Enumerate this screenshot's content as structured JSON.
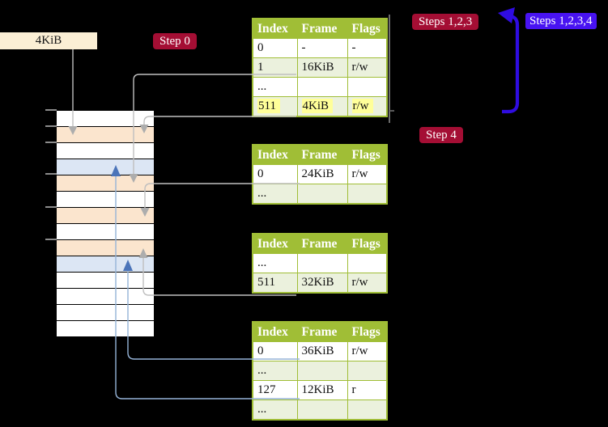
{
  "labels": {
    "frame_size": "4KiB",
    "step0": "Step 0",
    "steps123": "Steps 1,2,3",
    "steps1234": "Steps 1,2,3,4",
    "step4": "Step 4"
  },
  "colors": {
    "background": "#000000",
    "table_green": "#A0BE36",
    "table_row_shade": "#EBF1DD",
    "highlight_yellow": "#FFFF99",
    "badge_red": "#A40E34",
    "badge_blue": "#4813F2",
    "memory_peach": "#FBE5CE",
    "memory_blue": "#DCE6F4",
    "connector_gray": "#BFBFBF",
    "connector_blue": "#95B3D7",
    "arrowhead_gray": "#ADADAD",
    "arrowhead_blue": "#4B74B9",
    "arrow_deep_blue": "#2F0CE0",
    "frame_box_bg": "#FBEFD5"
  },
  "memory_stack": {
    "row_colors": [
      "white",
      "peach",
      "white",
      "blue",
      "peach",
      "white",
      "peach",
      "white",
      "peach",
      "blue",
      "white",
      "white",
      "white",
      "white"
    ],
    "tick_offsets_y": [
      135,
      155,
      175,
      214,
      255,
      295
    ]
  },
  "page_tables": [
    {
      "name": "page-table-top",
      "headers": [
        "Index",
        "Frame",
        "Flags"
      ],
      "rows": [
        {
          "cells": [
            "0",
            "-",
            "-"
          ],
          "shaded": false,
          "highlighted": false
        },
        {
          "cells": [
            "1",
            "16KiB",
            "r/w"
          ],
          "shaded": true,
          "highlighted": false
        },
        {
          "cells": [
            "...",
            "",
            ""
          ],
          "shaded": false,
          "highlighted": false
        },
        {
          "cells": [
            "511",
            "4KiB",
            "r/w"
          ],
          "shaded": true,
          "highlighted": true
        }
      ]
    },
    {
      "name": "page-table-second",
      "headers": [
        "Index",
        "Frame",
        "Flags"
      ],
      "rows": [
        {
          "cells": [
            "0",
            "24KiB",
            "r/w"
          ],
          "shaded": false,
          "highlighted": false
        },
        {
          "cells": [
            "...",
            "",
            ""
          ],
          "shaded": true,
          "highlighted": false
        }
      ]
    },
    {
      "name": "page-table-third",
      "headers": [
        "Index",
        "Frame",
        "Flags"
      ],
      "rows": [
        {
          "cells": [
            "...",
            "",
            ""
          ],
          "shaded": false,
          "highlighted": false
        },
        {
          "cells": [
            "511",
            "32KiB",
            "r/w"
          ],
          "shaded": true,
          "highlighted": false
        }
      ]
    },
    {
      "name": "page-table-bottom",
      "headers": [
        "Index",
        "Frame",
        "Flags"
      ],
      "rows": [
        {
          "cells": [
            "0",
            "36KiB",
            "r/w"
          ],
          "shaded": false,
          "highlighted": false
        },
        {
          "cells": [
            "...",
            "",
            ""
          ],
          "shaded": true,
          "highlighted": false
        },
        {
          "cells": [
            "127",
            "12KiB",
            "r"
          ],
          "shaded": false,
          "highlighted": false
        },
        {
          "cells": [
            "...",
            "",
            ""
          ],
          "shaded": true,
          "highlighted": false
        }
      ]
    }
  ]
}
